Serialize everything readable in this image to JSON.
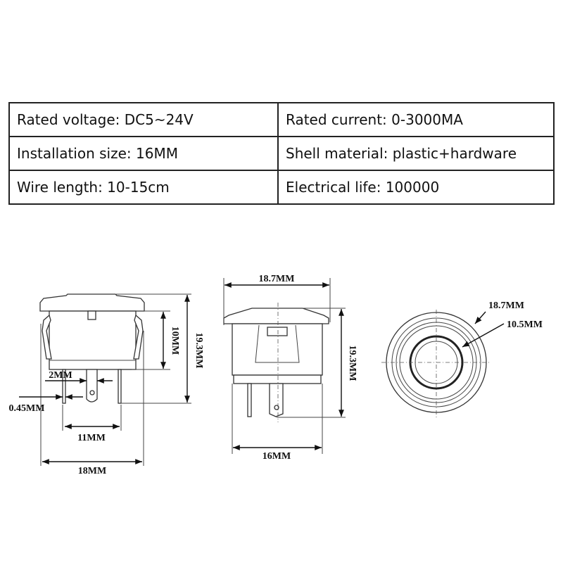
{
  "specs": [
    {
      "left": "Rated voltage: DC5~24V",
      "right": "Rated current: 0-3000MA"
    },
    {
      "left": "Installation size: 16MM",
      "right": "Shell material: plastic+hardware"
    },
    {
      "left": "Wire length: 10-15cm",
      "right": "Electrical life: 100000"
    }
  ],
  "side_view": {
    "body_height": "10MM",
    "total_height": "19.3MM",
    "pin_gap": "2MM",
    "pin_thickness": "0.45MM",
    "pin_spacing": "11MM",
    "width": "18MM"
  },
  "front_view": {
    "flange_width": "18.7MM",
    "total_height": "19.3MM",
    "body_width": "16MM"
  },
  "top_view": {
    "outer_diameter": "18.7MM",
    "inner_diameter": "10.5MM"
  }
}
